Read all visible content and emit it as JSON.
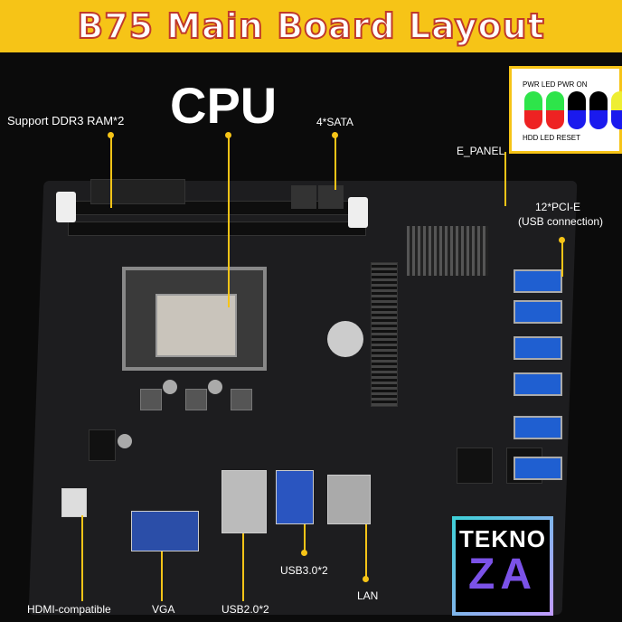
{
  "title": "B75 Main Board Layout",
  "labels": {
    "cpu": "CPU",
    "ram": "Support DDR3 RAM*2",
    "sata": "4*SATA",
    "e_panel": "E_PANEL",
    "pcie_line1": "12*PCI-E",
    "pcie_line2": "(USB connection)",
    "hdmi": "HDMI-compatible",
    "vga": "VGA",
    "usb2": "USB2.0*2",
    "usb3": "USB3.0*2",
    "lan": "LAN"
  },
  "e_panel_inset": {
    "top": "PWR  LED  PWR  ON",
    "bottom": "HDD  LED   RESET",
    "pins": [
      {
        "top": "#2ee44a",
        "bottom": "#ee2222"
      },
      {
        "top": "#2ee44a",
        "bottom": "#ee2222"
      },
      {
        "top": "#000000",
        "bottom": "#1a1aee"
      },
      {
        "top": "#000000",
        "bottom": "#1a1aee"
      },
      {
        "top": "#eeee33",
        "bottom": "#1a1aee"
      }
    ]
  },
  "logo": {
    "line1": "TEKNO",
    "line2": "ZA"
  },
  "colors": {
    "banner": "#f6c417",
    "accent": "#f6c417",
    "usb": "#1f5fd1"
  }
}
